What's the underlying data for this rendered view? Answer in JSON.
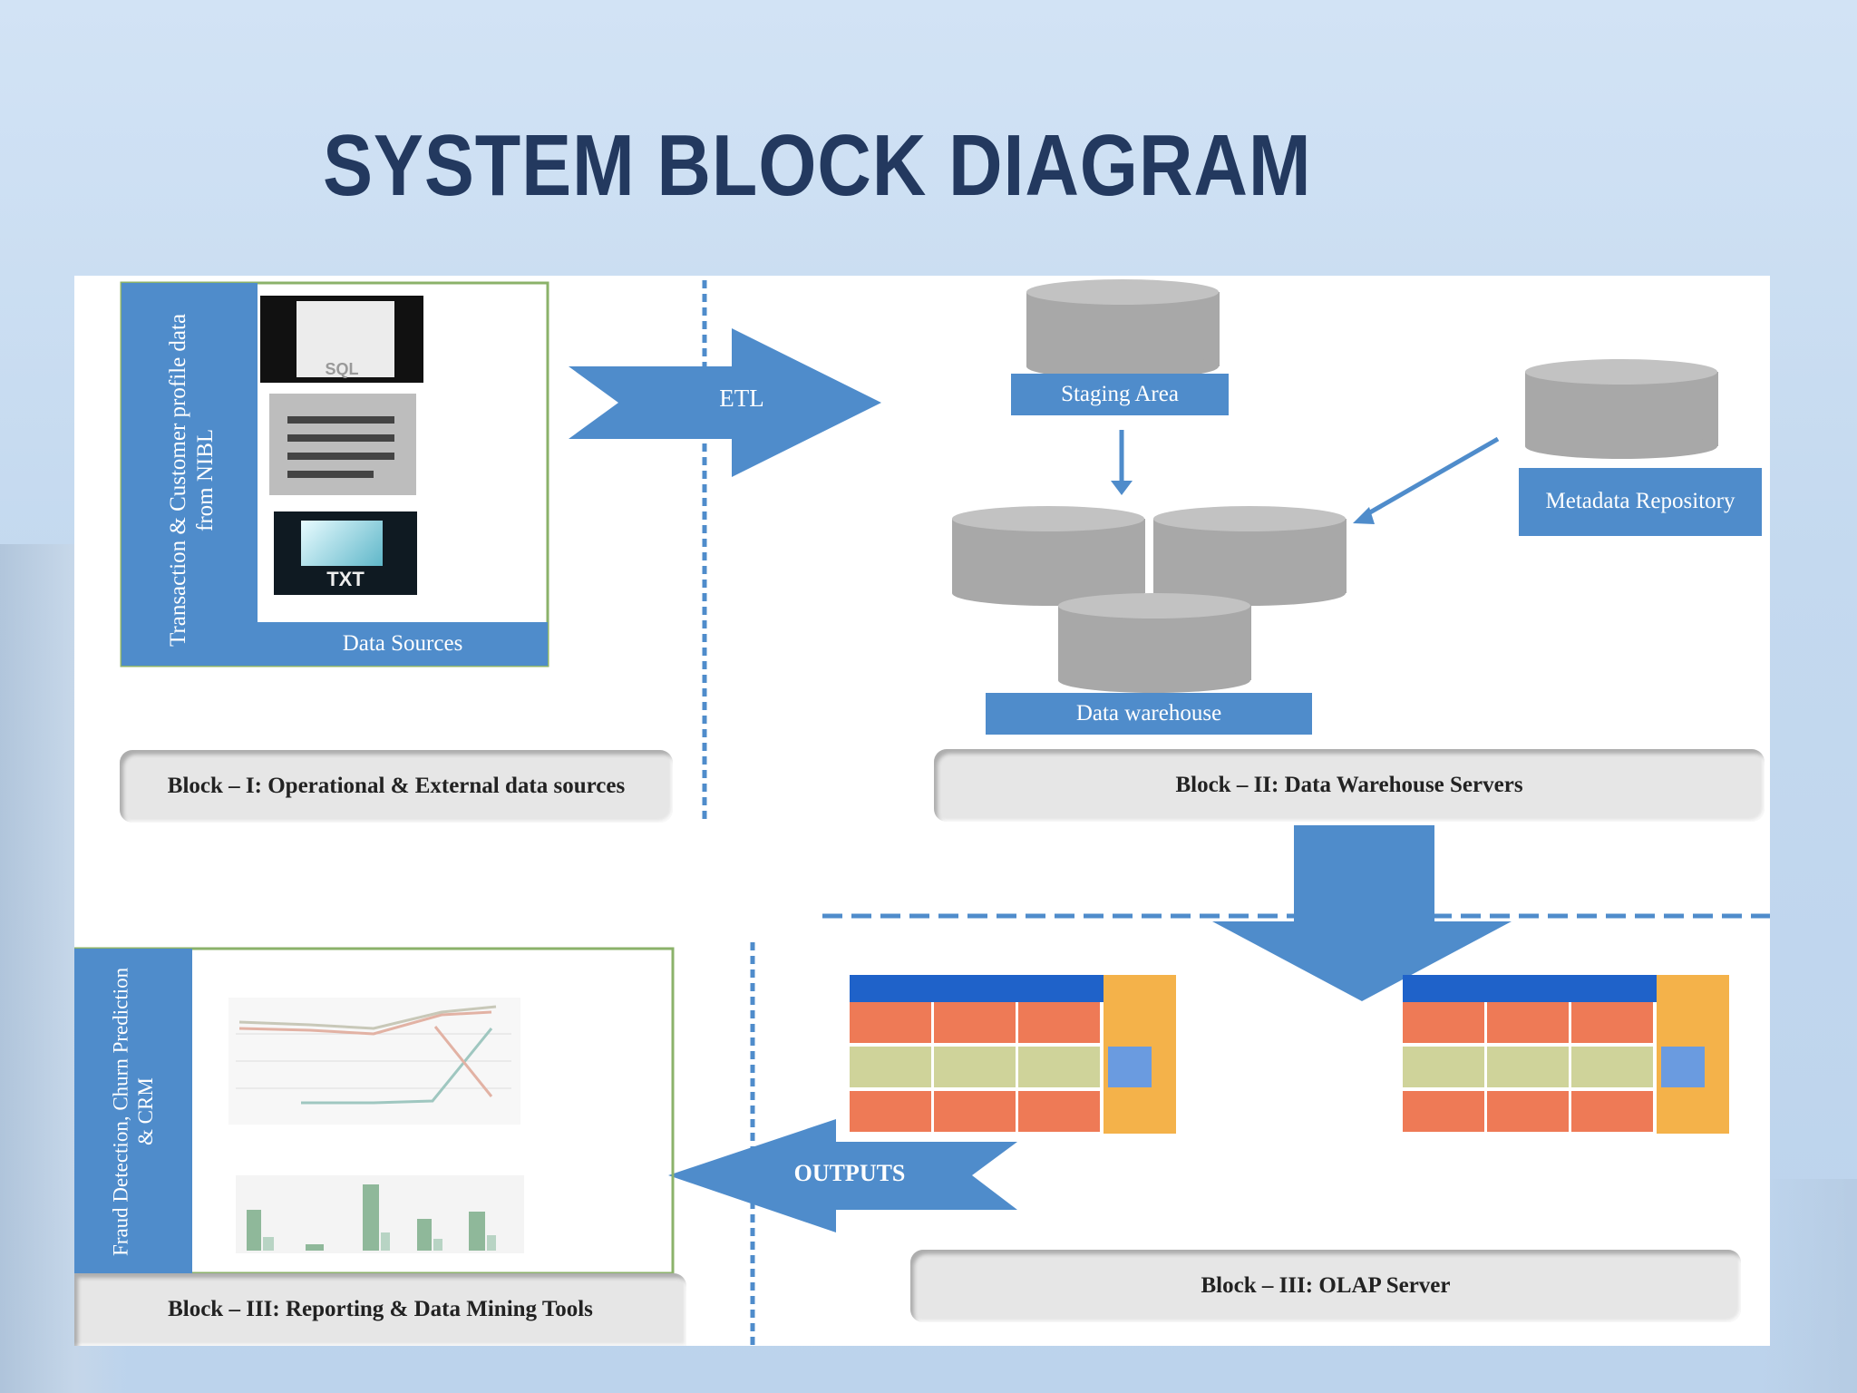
{
  "title": "SYSTEM BLOCK DIAGRAM",
  "block1": {
    "side_label": "Transaction & Customer profile data from NIBL",
    "files": [
      "SQL",
      "TXT"
    ],
    "box_label": "Data Sources",
    "caption": "Block – I: Operational & External data sources"
  },
  "etl_label": "ETL",
  "block2": {
    "staging_label": "Staging Area",
    "metadata_label": "Metadata Repository",
    "warehouse_label": "Data warehouse",
    "caption": "Block – II: Data Warehouse Servers"
  },
  "block3_olap": {
    "caption": "Block – III: OLAP Server"
  },
  "outputs_label": "OUTPUTS",
  "block3_reporting": {
    "side_label": "Fraud Detection, Churn Prediction & CRM",
    "caption": "Block – III: Reporting & Data Mining Tools"
  },
  "colors": {
    "blue": "#4f8ccb",
    "gray": "#a8a8a8",
    "title": "#23395f",
    "cube_red": "#ee7a56",
    "cube_yellow": "#f4b24a",
    "cube_green": "#cfd39a",
    "cube_blue": "#1f62c9"
  }
}
